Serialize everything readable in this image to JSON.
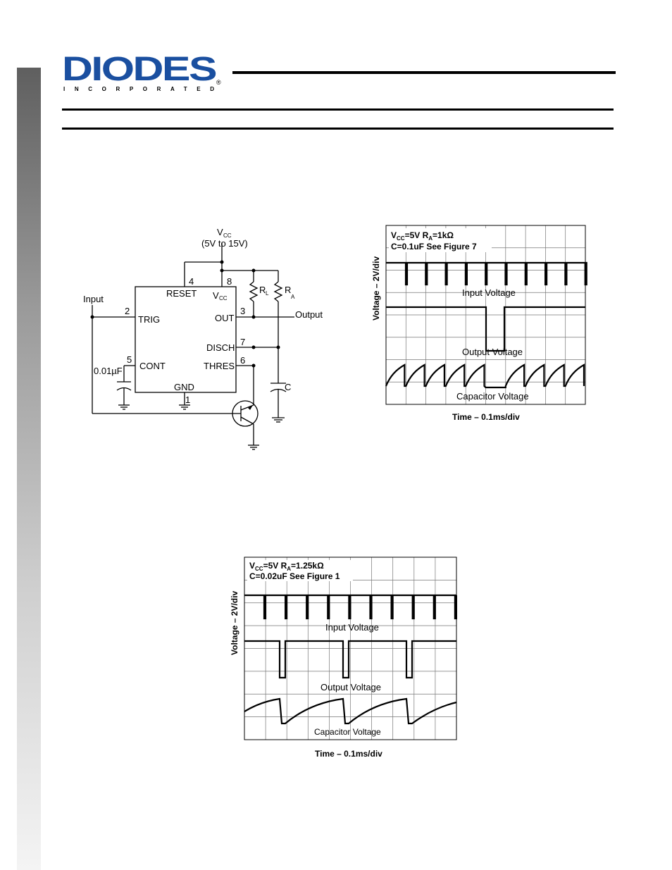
{
  "logo": {
    "brand": "DIODES",
    "sub": "INCORPORATED",
    "reg": "®",
    "color": "#1a4fa0"
  },
  "circuit": {
    "vcc_label": "V",
    "vcc_sub": "CC",
    "vcc_range": "(5V to 15V)",
    "pin4": "4",
    "pin8": "8",
    "pin2": "2",
    "pin3": "3",
    "pin7": "7",
    "pin5": "5",
    "pin6": "6",
    "pin1": "1",
    "reset": "RESET",
    "vcc_in": "V",
    "vcc_in_sub": "CC",
    "trig": "TRIG",
    "out": "OUT",
    "disch": "DISCH",
    "cont": "CONT",
    "thres": "THRES",
    "gnd": "GND",
    "input": "Input",
    "output": "Output",
    "cap_cont": "0.01µF",
    "cap": "C",
    "rl": "R",
    "rl_sub": "L",
    "ra": "R",
    "ra_sub": "A"
  },
  "scope1": {
    "line1a": "V",
    "line1sub": "CC",
    "line1b": "=5V   R",
    "line1sub2": "A",
    "line1c": "=1kΩ",
    "line2": "C=0.1uF   See Figure 7",
    "input_label": "Input Voltage",
    "output_label": "Output Voltage",
    "cap_label": "Capacitor Voltage",
    "ylabel": "Voltage – 2V/div",
    "xlabel": "Time – 0.1ms/div"
  },
  "scope2": {
    "line1a": "V",
    "line1sub": "CC",
    "line1b": "=5V   R",
    "line1sub2": "A",
    "line1c": "=1.25kΩ",
    "line2": "C=0.02uF   See Figure 1",
    "input_label": "Input Voltage",
    "output_label": "Output Voltage",
    "cap_label": "Capacitor Voltage",
    "ylabel": "Voltage – 2V/div",
    "xlabel": "Time – 0.1ms/div"
  }
}
